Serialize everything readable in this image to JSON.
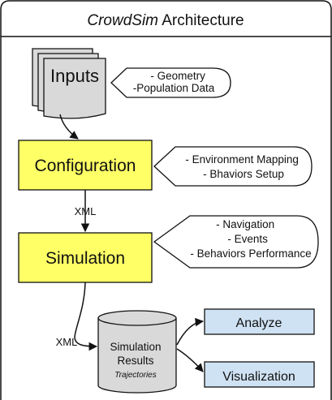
{
  "title": {
    "italic_part": "CrowdSim",
    "rest": " Architecture"
  },
  "nodes": {
    "inputs": "Inputs",
    "configuration": "Configuration",
    "simulation": "Simulation",
    "results": {
      "line1": "Simulation",
      "line2": "Results",
      "line3": "Trajectories"
    },
    "analyze": "Analyze",
    "visualization": "Visualization"
  },
  "callouts": {
    "inputs": [
      "- Geometry",
      "-Population Data"
    ],
    "configuration": [
      "- Environment Mapping",
      "- Bhaviors Setup"
    ],
    "simulation": [
      "- Navigation",
      "- Events",
      "- Behaviors Performance"
    ]
  },
  "edge_labels": {
    "config_to_sim": "XML",
    "sim_to_results": "XML"
  },
  "colors": {
    "process_fill": "#ffff66",
    "output_fill": "#cfe2f3",
    "document_fill": "#d9d9d9",
    "cylinder_fill": "#d9d9d9",
    "stroke": "#111111"
  }
}
